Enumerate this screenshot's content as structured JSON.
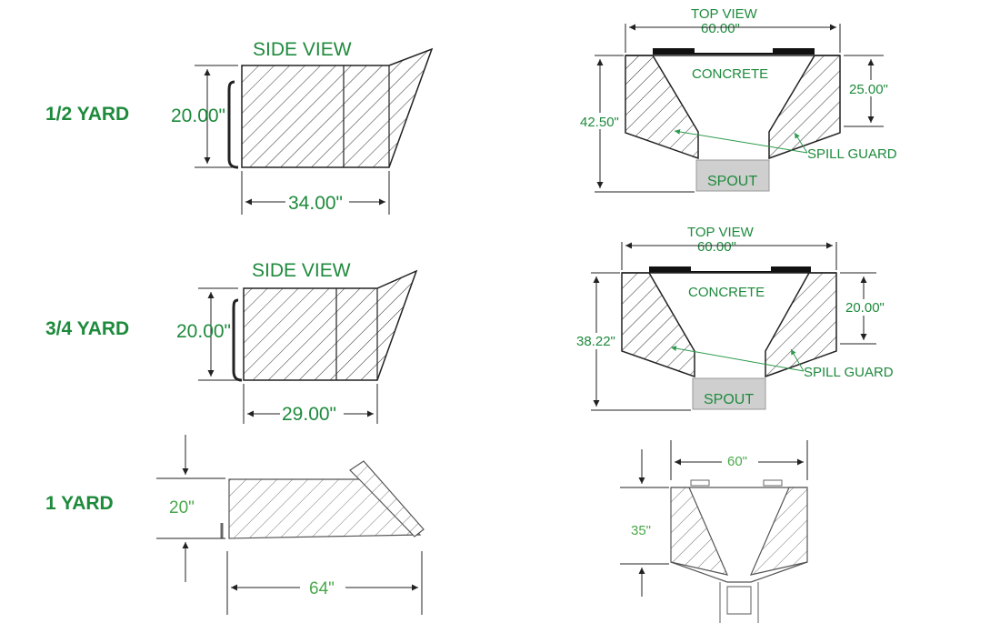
{
  "rows": [
    {
      "label": "1/2 YARD",
      "side_view": {
        "title": "SIDE VIEW",
        "height": "20.00\"",
        "length": "34.00\""
      },
      "top_view": {
        "title": "TOP VIEW",
        "width": "60.00\"",
        "material": "CONCRETE",
        "upper_depth": "25.00\"",
        "total_height": "42.50\"",
        "spill_guard": "SPILL GUARD",
        "spout": "SPOUT"
      }
    },
    {
      "label": "3/4 YARD",
      "side_view": {
        "title": "SIDE VIEW",
        "height": "20.00\"",
        "length": "29.00\""
      },
      "top_view": {
        "title": "TOP VIEW",
        "width": "60.00\"",
        "material": "CONCRETE",
        "upper_depth": "20.00\"",
        "total_height": "38.22\"",
        "spill_guard": "SPILL GUARD",
        "spout": "SPOUT"
      }
    },
    {
      "label": "1 YARD",
      "side_view": {
        "height": "20\"",
        "length": "64\""
      },
      "top_view": {
        "width": "60\"",
        "height": "35\""
      }
    }
  ],
  "colors": {
    "label_green": "#1e8a3c",
    "light_green": "#4aa84a",
    "spout_gray": "#cfcfcf"
  }
}
